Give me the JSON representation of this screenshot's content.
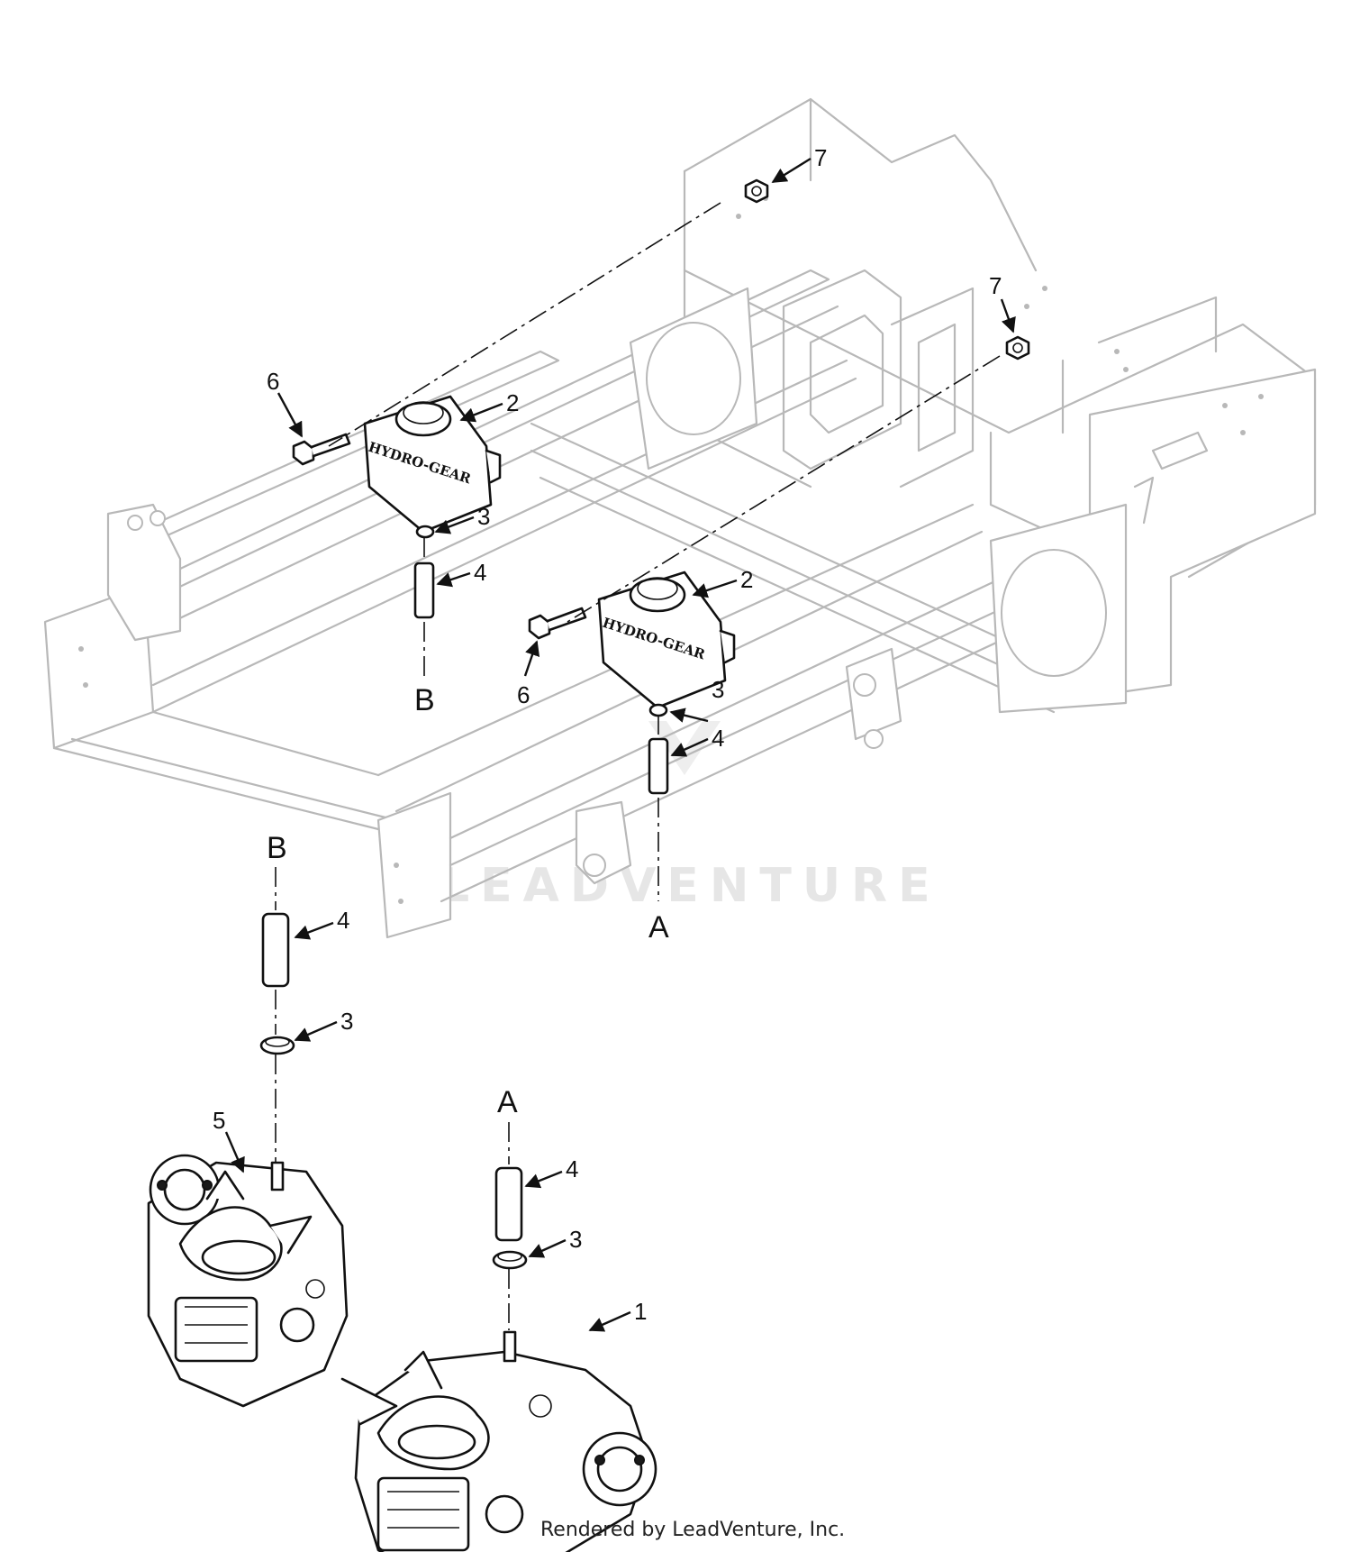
{
  "callouts": {
    "c1": "1",
    "c2a": "2",
    "c2b": "2",
    "c3a": "3",
    "c3b": "3",
    "c3c": "3",
    "c3d": "3",
    "c4a": "4",
    "c4b": "4",
    "c4c": "4",
    "c4d": "4",
    "c5": "5",
    "c6a": "6",
    "c6b": "6",
    "c7a": "7",
    "c7b": "7"
  },
  "reference_letters": {
    "a_upper": "A",
    "a_lower": "A",
    "b_upper": "B",
    "b_lower": "B"
  },
  "reservoir_label": "HYDRO-GEAR",
  "watermark": "LEADVENTURE",
  "footer": "Rendered by LeadVenture, Inc."
}
